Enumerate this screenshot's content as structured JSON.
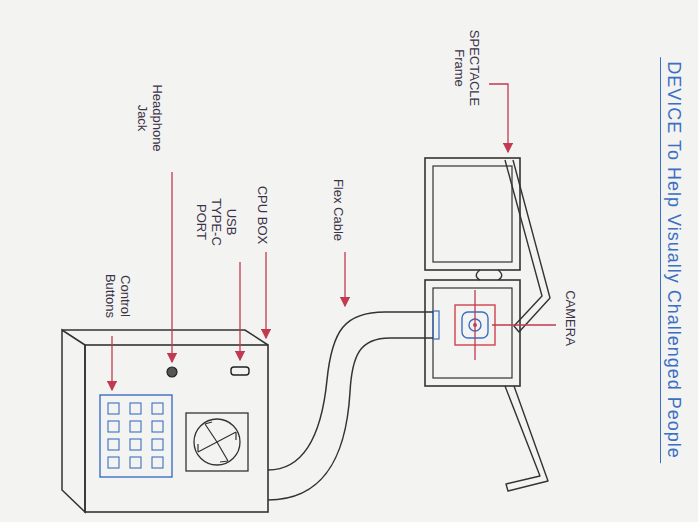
{
  "diagram": {
    "title": "DEVICE To Help Visually Challenged People",
    "labels": [
      "SPECTACLE Frame",
      "CAMERA",
      "Flex Cable",
      "CPU BOX",
      "USB TYPE-C PORT",
      "Headphone Jack",
      "Control Buttons"
    ]
  }
}
